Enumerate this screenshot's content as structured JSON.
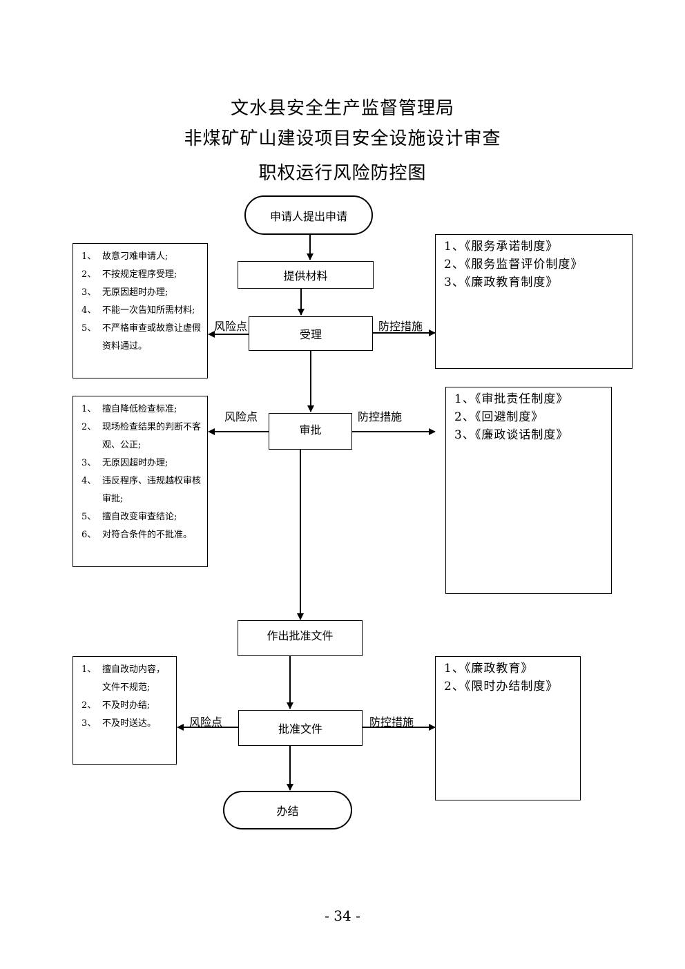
{
  "title": {
    "line1": "文水县安全生产监督管理局",
    "line2": "非煤矿矿山建设项目安全设施设计审查",
    "line3": "职权运行风险防控图"
  },
  "nodes": {
    "start": "申请人提出申请",
    "materials": "提供材料",
    "accept": "受理",
    "approve": "审批",
    "issue": "作出批准文件",
    "approval_doc": "批准文件",
    "finish": "办结"
  },
  "labels": {
    "risk_point": "风险点",
    "control_measure": "防控措施"
  },
  "risks": {
    "accept": [
      {
        "n": "1、",
        "t": "故意刁难申请人;"
      },
      {
        "n": "2、",
        "t": "不按规定程序受理;"
      },
      {
        "n": "3、",
        "t": "无原因超时办理;"
      },
      {
        "n": "4、",
        "t": "不能一次告知所需材料;"
      },
      {
        "n": "5、",
        "t": "不严格审查或故意让虚假资料通过。"
      }
    ],
    "approve": [
      {
        "n": "1、",
        "t": "擅自降低检查标准;"
      },
      {
        "n": "2、",
        "t": "现场检查结果的判断不客观、公正;"
      },
      {
        "n": "3、",
        "t": "无原因超时办理;"
      },
      {
        "n": "4、",
        "t": "违反程序、违规越权审核审批;"
      },
      {
        "n": "5、",
        "t": "擅自改变审查结论;"
      },
      {
        "n": "6、",
        "t": "对符合条件的不批准。"
      }
    ],
    "approval_doc": [
      {
        "n": "1、",
        "t": "擅自改动内容，文件不规范;"
      },
      {
        "n": "2、",
        "t": "不及时办结;"
      },
      {
        "n": "3、",
        "t": "不及时送达。"
      }
    ]
  },
  "controls": {
    "accept": [
      "1、《服务承诺制度》",
      "2、《服务监督评价制度》",
      "3、《廉政教育制度》"
    ],
    "approve": [
      "1、《审批责任制度》",
      "2、《回避制度》",
      "3、《廉政谈话制度》"
    ],
    "approval_doc": [
      "1、《廉政教育》",
      "2、《限时办结制度》"
    ]
  },
  "page_number": "- 34 -"
}
